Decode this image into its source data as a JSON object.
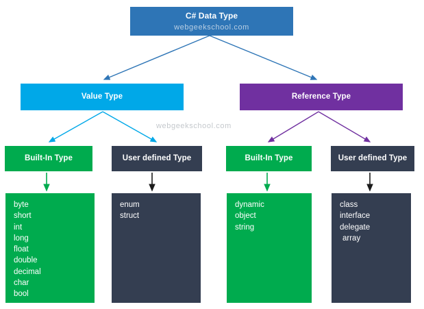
{
  "diagram": {
    "title": "C# Data Type",
    "watermark": "webgeekschool.com",
    "watermark_middle": "webgeekschool.com",
    "colors": {
      "root": "#2e75b6",
      "value_type": "#00a8e8",
      "reference_type": "#7030a0",
      "built_in": "#00ab4e",
      "user_defined": "#343e51",
      "background": "#ffffff",
      "text": "#ffffff",
      "watermark": "#c4c8cc"
    },
    "root": {
      "label": "C# Data Type",
      "sublabel": "webgeekschool.com"
    },
    "branches": [
      {
        "label": "Value Type",
        "children": [
          {
            "label": "Built-In Type",
            "items": [
              "byte",
              "short",
              "int",
              "long",
              "float",
              "double",
              "decimal",
              "char",
              "bool"
            ]
          },
          {
            "label": "User defined Type",
            "items": [
              "enum",
              "struct"
            ]
          }
        ]
      },
      {
        "label": "Reference Type",
        "children": [
          {
            "label": "Built-In Type",
            "items": [
              "dynamic",
              "object",
              "string"
            ]
          },
          {
            "label": "User defined Type",
            "items": [
              "class",
              "interface",
              "delegate",
              "array"
            ]
          }
        ]
      }
    ]
  }
}
